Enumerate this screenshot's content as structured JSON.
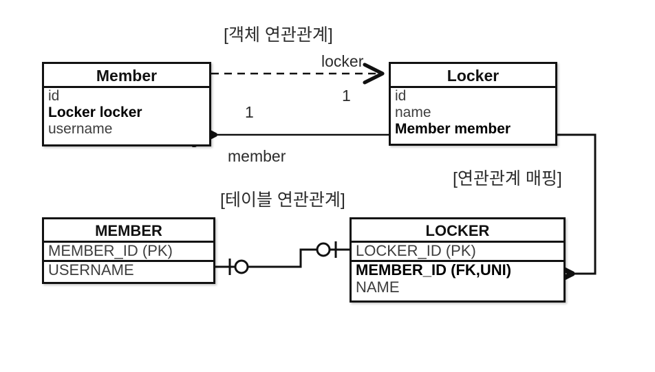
{
  "diagram": {
    "type": "uml-class-and-erd",
    "background_color": "#ffffff",
    "line_color": "#111111",
    "sections": [
      {
        "id": "object-association",
        "label": "[객체 연관관계]"
      },
      {
        "id": "table-association",
        "label": "[테이블 연관관계]"
      },
      {
        "id": "association-mapping",
        "label": "[연관관계 매핑]"
      }
    ]
  },
  "object_model": {
    "member": {
      "title": "Member",
      "attributes": [
        {
          "text": "id",
          "bold": false
        },
        {
          "text": "Locker locker",
          "bold": true
        },
        {
          "text": "username",
          "bold": false
        }
      ]
    },
    "locker": {
      "title": "Locker",
      "attributes": [
        {
          "text": "id",
          "bold": false
        },
        {
          "text": "name",
          "bold": false
        },
        {
          "text": "Member member",
          "bold": true
        }
      ]
    },
    "edges": [
      {
        "id": "member-to-locker",
        "label": "locker",
        "multiplicity": "1",
        "style": "dashed",
        "direction": "right",
        "arrow": "open"
      },
      {
        "id": "locker-to-member",
        "label": "member",
        "multiplicity": "1",
        "style": "solid",
        "direction": "left",
        "arrow": "open"
      }
    ]
  },
  "table_model": {
    "member_table": {
      "title": "MEMBER",
      "rows": [
        {
          "cells": [
            {
              "text": "MEMBER_ID (PK)",
              "bold": false
            }
          ]
        },
        {
          "cells": [
            {
              "text": "USERNAME",
              "bold": false
            }
          ]
        }
      ]
    },
    "locker_table": {
      "title": "LOCKER",
      "rows": [
        {
          "cells": [
            {
              "text": "LOCKER_ID (PK)",
              "bold": false
            }
          ]
        },
        {
          "cells": [
            {
              "text": "MEMBER_ID (FK,UNI)",
              "bold": true
            },
            {
              "text": "NAME",
              "bold": false
            }
          ]
        }
      ]
    },
    "relationship": {
      "id": "member-locker-fk",
      "left_cardinality": "zero-or-one",
      "right_cardinality": "zero-or-one",
      "style": "solid-stepped"
    }
  },
  "mapping_edge": {
    "id": "locker-member-mapping",
    "from": "Locker.Member member",
    "to": "LOCKER.MEMBER_ID (FK,UNI)",
    "style": "solid-orthogonal",
    "arrow": "open-left"
  }
}
